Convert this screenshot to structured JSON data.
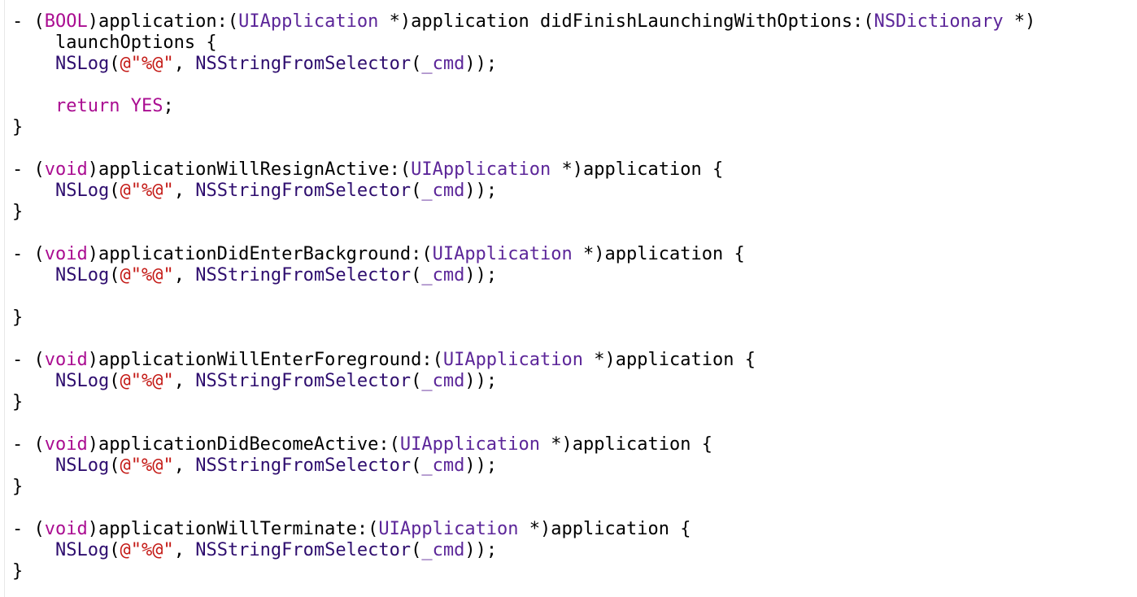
{
  "editor": {
    "lines": [
      [
        {
          "t": "- (",
          "c": "plain"
        },
        {
          "t": "BOOL",
          "c": "kw"
        },
        {
          "t": ")application:(",
          "c": "plain"
        },
        {
          "t": "UIApplication",
          "c": "type"
        },
        {
          "t": " *)application didFinishLaunchingWithOptions:(",
          "c": "plain"
        },
        {
          "t": "NSDictionary",
          "c": "type"
        },
        {
          "t": " *)",
          "c": "plain"
        }
      ],
      [
        {
          "t": "    launchOptions {",
          "c": "plain"
        }
      ],
      [
        {
          "t": "    ",
          "c": "plain"
        },
        {
          "t": "NSLog",
          "c": "fn"
        },
        {
          "t": "(",
          "c": "plain"
        },
        {
          "t": "@\"%@\"",
          "c": "str"
        },
        {
          "t": ", ",
          "c": "plain"
        },
        {
          "t": "NSStringFromSelector",
          "c": "fn"
        },
        {
          "t": "(",
          "c": "plain"
        },
        {
          "t": "_cmd",
          "c": "type"
        },
        {
          "t": "));",
          "c": "plain"
        }
      ],
      [],
      [
        {
          "t": "    ",
          "c": "plain"
        },
        {
          "t": "return",
          "c": "kw"
        },
        {
          "t": " ",
          "c": "plain"
        },
        {
          "t": "YES",
          "c": "kw"
        },
        {
          "t": ";",
          "c": "plain"
        }
      ],
      [
        {
          "t": "}",
          "c": "plain"
        }
      ],
      [],
      [
        {
          "t": "- (",
          "c": "plain"
        },
        {
          "t": "void",
          "c": "kw"
        },
        {
          "t": ")applicationWillResignActive:(",
          "c": "plain"
        },
        {
          "t": "UIApplication",
          "c": "type"
        },
        {
          "t": " *)application {",
          "c": "plain"
        }
      ],
      [
        {
          "t": "    ",
          "c": "plain"
        },
        {
          "t": "NSLog",
          "c": "fn"
        },
        {
          "t": "(",
          "c": "plain"
        },
        {
          "t": "@\"%@\"",
          "c": "str"
        },
        {
          "t": ", ",
          "c": "plain"
        },
        {
          "t": "NSStringFromSelector",
          "c": "fn"
        },
        {
          "t": "(",
          "c": "plain"
        },
        {
          "t": "_cmd",
          "c": "type"
        },
        {
          "t": "));",
          "c": "plain"
        }
      ],
      [
        {
          "t": "}",
          "c": "plain"
        }
      ],
      [],
      [
        {
          "t": "- (",
          "c": "plain"
        },
        {
          "t": "void",
          "c": "kw"
        },
        {
          "t": ")applicationDidEnterBackground:(",
          "c": "plain"
        },
        {
          "t": "UIApplication",
          "c": "type"
        },
        {
          "t": " *)application {",
          "c": "plain"
        }
      ],
      [
        {
          "t": "    ",
          "c": "plain"
        },
        {
          "t": "NSLog",
          "c": "fn"
        },
        {
          "t": "(",
          "c": "plain"
        },
        {
          "t": "@\"%@\"",
          "c": "str"
        },
        {
          "t": ", ",
          "c": "plain"
        },
        {
          "t": "NSStringFromSelector",
          "c": "fn"
        },
        {
          "t": "(",
          "c": "plain"
        },
        {
          "t": "_cmd",
          "c": "type"
        },
        {
          "t": "));",
          "c": "plain"
        }
      ],
      [],
      [
        {
          "t": "}",
          "c": "plain"
        }
      ],
      [],
      [
        {
          "t": "- (",
          "c": "plain"
        },
        {
          "t": "void",
          "c": "kw"
        },
        {
          "t": ")applicationWillEnterForeground:(",
          "c": "plain"
        },
        {
          "t": "UIApplication",
          "c": "type"
        },
        {
          "t": " *)application {",
          "c": "plain"
        }
      ],
      [
        {
          "t": "    ",
          "c": "plain"
        },
        {
          "t": "NSLog",
          "c": "fn"
        },
        {
          "t": "(",
          "c": "plain"
        },
        {
          "t": "@\"%@\"",
          "c": "str"
        },
        {
          "t": ", ",
          "c": "plain"
        },
        {
          "t": "NSStringFromSelector",
          "c": "fn"
        },
        {
          "t": "(",
          "c": "plain"
        },
        {
          "t": "_cmd",
          "c": "type"
        },
        {
          "t": "));",
          "c": "plain"
        }
      ],
      [
        {
          "t": "}",
          "c": "plain"
        }
      ],
      [],
      [
        {
          "t": "- (",
          "c": "plain"
        },
        {
          "t": "void",
          "c": "kw"
        },
        {
          "t": ")applicationDidBecomeActive:(",
          "c": "plain"
        },
        {
          "t": "UIApplication",
          "c": "type"
        },
        {
          "t": " *)application {",
          "c": "plain"
        }
      ],
      [
        {
          "t": "    ",
          "c": "plain"
        },
        {
          "t": "NSLog",
          "c": "fn"
        },
        {
          "t": "(",
          "c": "plain"
        },
        {
          "t": "@\"%@\"",
          "c": "str"
        },
        {
          "t": ", ",
          "c": "plain"
        },
        {
          "t": "NSStringFromSelector",
          "c": "fn"
        },
        {
          "t": "(",
          "c": "plain"
        },
        {
          "t": "_cmd",
          "c": "type"
        },
        {
          "t": "));",
          "c": "plain"
        }
      ],
      [
        {
          "t": "}",
          "c": "plain"
        }
      ],
      [],
      [
        {
          "t": "- (",
          "c": "plain"
        },
        {
          "t": "void",
          "c": "kw"
        },
        {
          "t": ")applicationWillTerminate:(",
          "c": "plain"
        },
        {
          "t": "UIApplication",
          "c": "type"
        },
        {
          "t": " *)application {",
          "c": "plain"
        }
      ],
      [
        {
          "t": "    ",
          "c": "plain"
        },
        {
          "t": "NSLog",
          "c": "fn"
        },
        {
          "t": "(",
          "c": "plain"
        },
        {
          "t": "@\"%@\"",
          "c": "str"
        },
        {
          "t": ", ",
          "c": "plain"
        },
        {
          "t": "NSStringFromSelector",
          "c": "fn"
        },
        {
          "t": "(",
          "c": "plain"
        },
        {
          "t": "_cmd",
          "c": "type"
        },
        {
          "t": "));",
          "c": "plain"
        }
      ],
      [
        {
          "t": "}",
          "c": "plain"
        }
      ]
    ]
  },
  "colors": {
    "background": "#ffffff",
    "keyword": "#aa0d91",
    "type": "#5c2699",
    "function": "#2e0d6e",
    "string": "#c41a16",
    "plain": "#000000"
  }
}
